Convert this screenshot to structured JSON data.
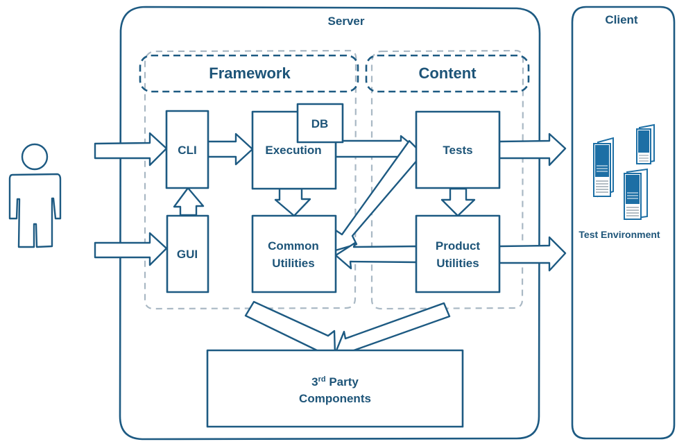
{
  "server": {
    "title": "Server"
  },
  "client": {
    "title": "Client",
    "environment_label": "Test Environment"
  },
  "groups": {
    "framework": "Framework",
    "content": "Content"
  },
  "boxes": {
    "cli": "CLI",
    "gui": "GUI",
    "execution": "Execution",
    "db": "DB",
    "common_utilities": [
      "Common",
      "Utilities"
    ],
    "tests": "Tests",
    "product_utilities": [
      "Product",
      "Utilities"
    ],
    "third_party": {
      "line1_main": "3",
      "line1_sup": "rd",
      "line1_rest": " Party",
      "line2": "Components"
    }
  },
  "icons": {
    "user": "person-icon",
    "servers": "server-rack-icon"
  },
  "colors": {
    "primary": "#1d5a82",
    "text": "#1d5478",
    "dash_light": "#a9b8c4",
    "background": "#ffffff"
  }
}
